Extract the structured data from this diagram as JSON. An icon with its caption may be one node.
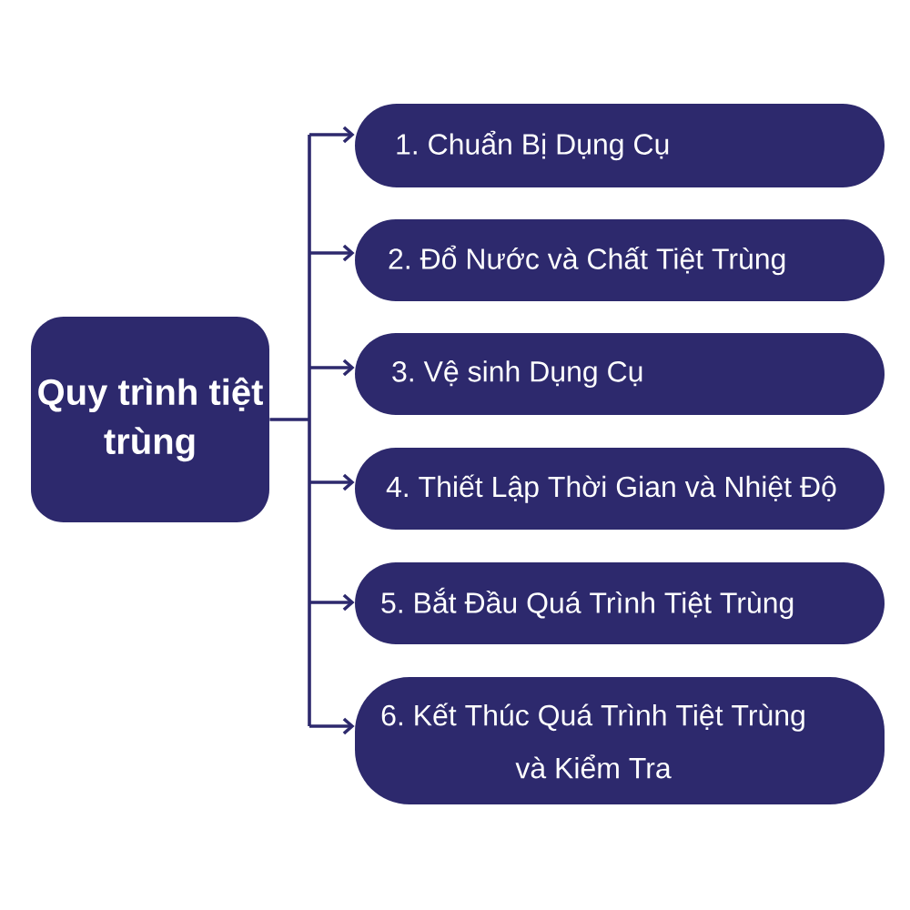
{
  "diagram": {
    "nodes": [
      {
        "text": [
          "Quy trình tiệt trùng"
        ]
      },
      {
        "text": [
          "1. Chuẩn Bị Dụng Cụ"
        ]
      },
      {
        "text": [
          "2. Đổ Nước và Chất Tiệt Trùng"
        ]
      },
      {
        "text": [
          "3. Vệ sinh Dụng Cụ"
        ]
      },
      {
        "text": [
          "4. Thiết Lập Thời Gian và Nhiệt Độ"
        ]
      },
      {
        "text": [
          "5. Bắt Đầu Quá Trình Tiệt Trùng"
        ]
      },
      {
        "text": [
          "6. Kết Thúc Quá Trình Tiệt Trùng và Kiểm Tra"
        ]
      }
    ],
    "edges": [
      {
        "from": 0,
        "to": 1,
        "arrow": "to"
      },
      {
        "from": 0,
        "to": 2,
        "arrow": "to"
      },
      {
        "from": 0,
        "to": 3,
        "arrow": "to"
      },
      {
        "from": 0,
        "to": 4,
        "arrow": "to"
      },
      {
        "from": 0,
        "to": 5,
        "arrow": "to"
      },
      {
        "from": 0,
        "to": 6,
        "arrow": "to"
      }
    ]
  }
}
